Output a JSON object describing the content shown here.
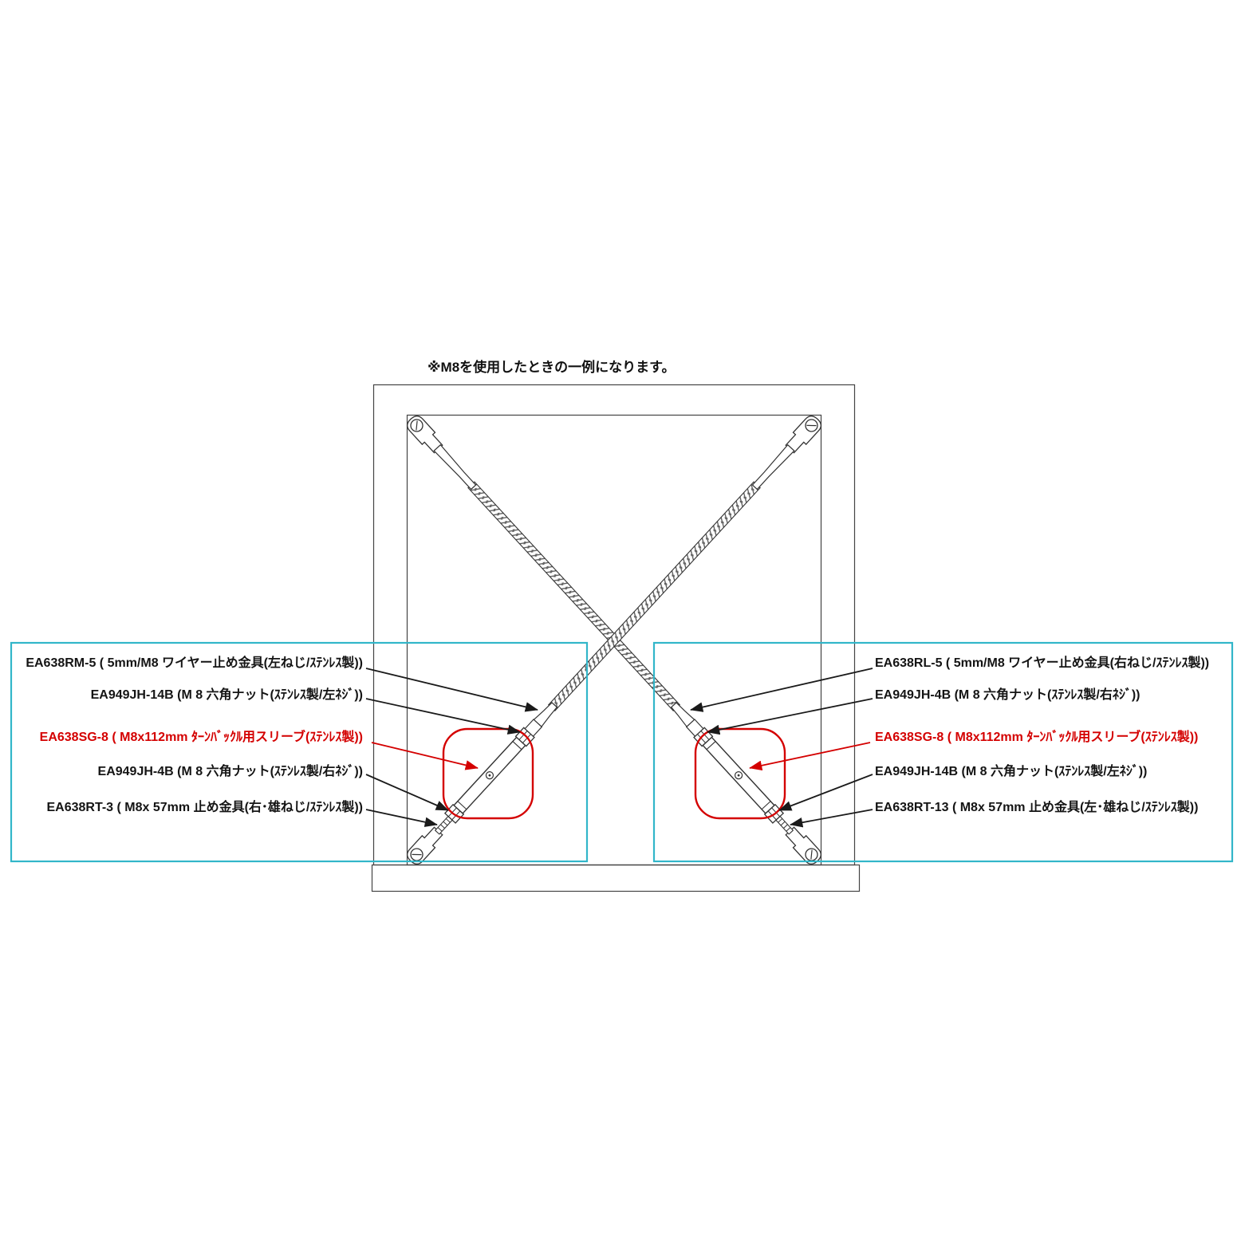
{
  "note": "※M8を使用したときの一例になります。",
  "colors": {
    "highlight_red": "#d40000",
    "callout_cyan": "#32b6c9",
    "line_black": "#333333"
  },
  "left_labels": [
    {
      "part_no": "EA638RM-5",
      "red": false,
      "text": "EA638RM-5 ( 5mm/M8 ワイヤー止め金具(左ねじ/ｽﾃﾝﾚｽ製))"
    },
    {
      "part_no": "EA949JH-14B",
      "red": false,
      "text": "EA949JH-14B (M 8 六角ナット(ｽﾃﾝﾚｽ製/左ﾈｼﾞ))"
    },
    {
      "part_no": "EA638SG-8",
      "red": true,
      "text": "EA638SG-8 ( M8x112mm ﾀｰﾝﾊﾞｯｸﾙ用スリーブ(ｽﾃﾝﾚｽ製))"
    },
    {
      "part_no": "EA949JH-4B",
      "red": false,
      "text": "EA949JH-4B (M 8 六角ナット(ｽﾃﾝﾚｽ製/右ﾈｼﾞ))"
    },
    {
      "part_no": "EA638RT-3",
      "red": false,
      "text": "EA638RT-3 ( M8x 57mm 止め金具(右･雄ねじ/ｽﾃﾝﾚｽ製))"
    }
  ],
  "right_labels": [
    {
      "part_no": "EA638RL-5",
      "red": false,
      "text": "EA638RL-5 ( 5mm/M8 ワイヤー止め金具(右ねじ/ｽﾃﾝﾚｽ製))"
    },
    {
      "part_no": "EA949JH-4B",
      "red": false,
      "text": "EA949JH-4B (M 8 六角ナット(ｽﾃﾝﾚｽ製/右ﾈｼﾞ))"
    },
    {
      "part_no": "EA638SG-8",
      "red": true,
      "text": "EA638SG-8 ( M8x112mm ﾀｰﾝﾊﾞｯｸﾙ用スリーブ(ｽﾃﾝﾚｽ製))"
    },
    {
      "part_no": "EA949JH-14B",
      "red": false,
      "text": "EA949JH-14B (M 8 六角ナット(ｽﾃﾝﾚｽ製/左ﾈｼﾞ))"
    },
    {
      "part_no": "EA638RT-13",
      "red": false,
      "text": "EA638RT-13 ( M8x 57mm 止め金具(左･雄ねじ/ｽﾃﾝﾚｽ製))"
    }
  ]
}
